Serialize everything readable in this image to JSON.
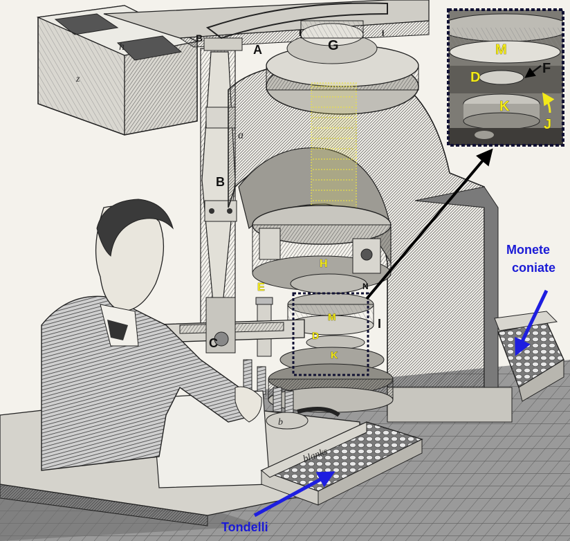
{
  "colors": {
    "paper": "#f4f2ec",
    "ink": "#2b2b2b",
    "label_black": "#111111",
    "label_yellow": "#f3ea1a",
    "label_blue": "#1a1ad6",
    "annotation_blue": "#1e1ee0",
    "dotted_box": "#111133",
    "highlight_yellow": "#e8e04a"
  },
  "engraved_letters": {
    "z": "z",
    "h": "h",
    "a": "a",
    "b": "b",
    "tray": "blanks"
  },
  "labels": {
    "A": "A",
    "B_top": "B",
    "B": "B",
    "C": "C",
    "G": "G",
    "I_top_left": "I",
    "I_top_right": "I",
    "I": "I",
    "N": "N",
    "E": "E",
    "H": "H",
    "M": "M",
    "D": "D",
    "K": "K",
    "inset_M": "M",
    "inset_D": "D",
    "inset_K": "K",
    "inset_F": "F",
    "inset_J": "J"
  },
  "annotations": {
    "minted_coins_line1": "Monete",
    "minted_coins_line2": "coniate",
    "blanks": "Tondelli"
  }
}
